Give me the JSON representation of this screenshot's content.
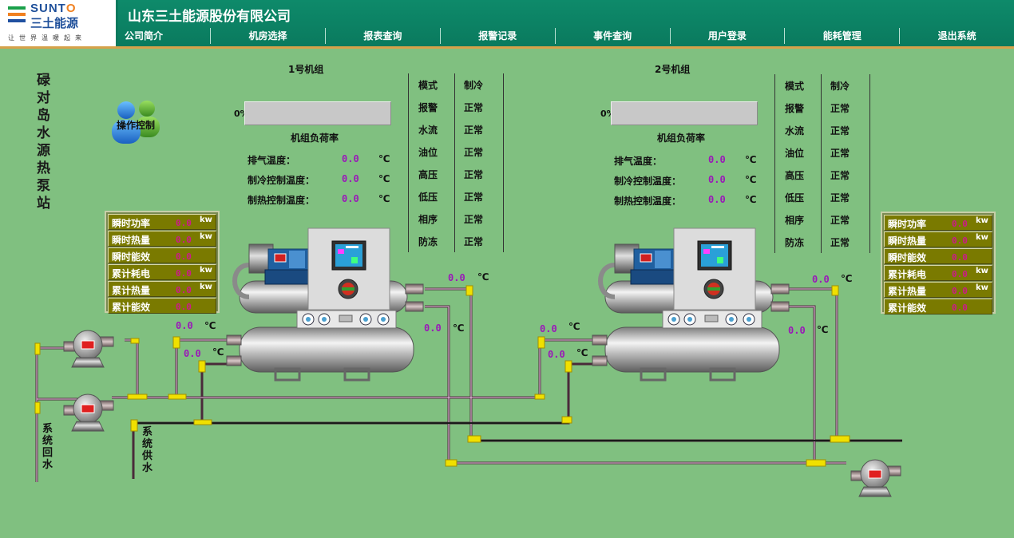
{
  "header": {
    "logo_en_1": "SUNT",
    "logo_en_2": "O",
    "logo_cn": "三土能源",
    "logo_slogan": "让世界温暖起来",
    "company": "山东三土能源股份有限公司",
    "nav": [
      {
        "label": "公司简介"
      },
      {
        "label": "机房选择"
      },
      {
        "label": "报表查询"
      },
      {
        "label": "报警记录"
      },
      {
        "label": "事件查询"
      },
      {
        "label": "用户登录"
      },
      {
        "label": "能耗管理"
      },
      {
        "label": "退出系统"
      }
    ]
  },
  "station_title": "碌对岛水源热泵站",
  "op_control_label": "操作控制",
  "units": [
    {
      "title": "1号机组",
      "load_pct": "0%",
      "load_value": 0,
      "load_label": "机组负荷率",
      "temps": [
        {
          "label": "排气温度：",
          "value": "0.0",
          "unit": "℃"
        },
        {
          "label": "制冷控制温度：",
          "value": "0.0",
          "unit": "℃"
        },
        {
          "label": "制热控制温度：",
          "value": "0.0",
          "unit": "℃"
        }
      ],
      "status": [
        {
          "key": "模式",
          "value": "制冷"
        },
        {
          "key": "报警",
          "value": "正常"
        },
        {
          "key": "水流",
          "value": "正常"
        },
        {
          "key": "油位",
          "value": "正常"
        },
        {
          "key": "高压",
          "value": "正常"
        },
        {
          "key": "低压",
          "value": "正常"
        },
        {
          "key": "相序",
          "value": "正常"
        },
        {
          "key": "防冻",
          "value": "正常"
        }
      ],
      "pipe_temps": [
        {
          "value": "0.0",
          "unit": "℃"
        },
        {
          "value": "0.0",
          "unit": "℃"
        },
        {
          "value": "0.0",
          "unit": "℃"
        },
        {
          "value": "0.0",
          "unit": "℃"
        }
      ]
    },
    {
      "title": "2号机组",
      "load_pct": "0%",
      "load_value": 0,
      "load_label": "机组负荷率",
      "temps": [
        {
          "label": "排气温度：",
          "value": "0.0",
          "unit": "℃"
        },
        {
          "label": "制冷控制温度：",
          "value": "0.0",
          "unit": "℃"
        },
        {
          "label": "制热控制温度：",
          "value": "0.0",
          "unit": "℃"
        }
      ],
      "status": [
        {
          "key": "模式",
          "value": "制冷"
        },
        {
          "key": "报警",
          "value": "正常"
        },
        {
          "key": "水流",
          "value": "正常"
        },
        {
          "key": "油位",
          "value": "正常"
        },
        {
          "key": "高压",
          "value": "正常"
        },
        {
          "key": "低压",
          "value": "正常"
        },
        {
          "key": "相序",
          "value": "正常"
        },
        {
          "key": "防冻",
          "value": "正常"
        }
      ],
      "pipe_temps": [
        {
          "value": "0.0",
          "unit": "℃"
        },
        {
          "value": "0.0",
          "unit": "℃"
        },
        {
          "value": "0.0",
          "unit": "℃"
        },
        {
          "value": "0.0",
          "unit": "℃"
        }
      ]
    }
  ],
  "energy_panels": [
    [
      {
        "key": "瞬时功率",
        "value": "0.0",
        "unit": "kw"
      },
      {
        "key": "瞬时热量",
        "value": "0.0",
        "unit": "kw"
      },
      {
        "key": "瞬时能效",
        "value": "0.0",
        "unit": ""
      },
      {
        "key": "累计耗电",
        "value": "0.0",
        "unit": "kw"
      },
      {
        "key": "累计热量",
        "value": "0.0",
        "unit": "kw"
      },
      {
        "key": "累计能效",
        "value": "0.0",
        "unit": ""
      }
    ],
    [
      {
        "key": "瞬时功率",
        "value": "0.0",
        "unit": "kw"
      },
      {
        "key": "瞬时热量",
        "value": "0.0",
        "unit": "kw"
      },
      {
        "key": "瞬时能效",
        "value": "0.0",
        "unit": ""
      },
      {
        "key": "累计耗电",
        "value": "0.0",
        "unit": "kw"
      },
      {
        "key": "累计热量",
        "value": "0.0",
        "unit": "kw"
      },
      {
        "key": "累计能效",
        "value": "0.0",
        "unit": ""
      }
    ]
  ],
  "pipe_labels": {
    "return": "系统回水",
    "supply": "系统供水"
  },
  "colors": {
    "background": "#80c080",
    "header": "#0a7a5e",
    "value": "#9a18b8",
    "pipe_fitting": "#f0e000"
  }
}
